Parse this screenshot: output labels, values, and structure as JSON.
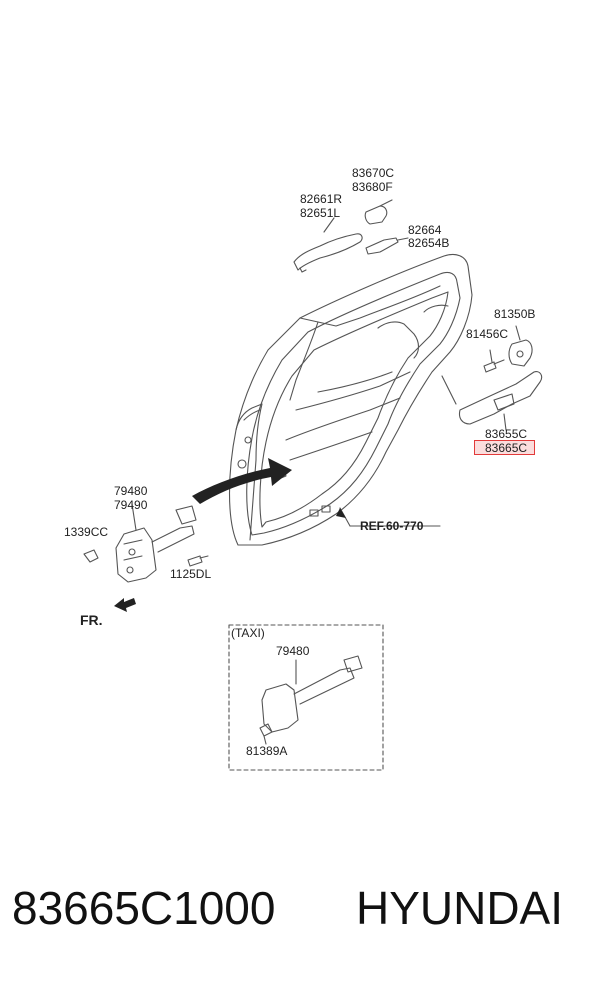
{
  "labels": {
    "handle_cap": [
      "83670C",
      "83680F"
    ],
    "outside_handle": [
      "82661R",
      "82651L"
    ],
    "handle_pad": [
      "82664",
      "82654B"
    ],
    "striker": "81350B",
    "screw_striker": "81456C",
    "bracket": [
      "83655C",
      "83665C"
    ],
    "reference": "REF.60-770",
    "checker": [
      "79480",
      "79490"
    ],
    "nut": "1339CC",
    "bolt": "1125DL",
    "front_indicator": "FR.",
    "taxi_title": "(TAXI)",
    "taxi_checker": "79480",
    "taxi_bolt": "81389A"
  },
  "highlighted_part": "83665C",
  "caption": {
    "part_number": "83665C1000",
    "brand": "HYUNDAI"
  },
  "colors": {
    "line": "#555555",
    "highlight_border": "#e23a3a",
    "highlight_fill": "#f4a6a6",
    "arrow_fill": "#222222"
  }
}
